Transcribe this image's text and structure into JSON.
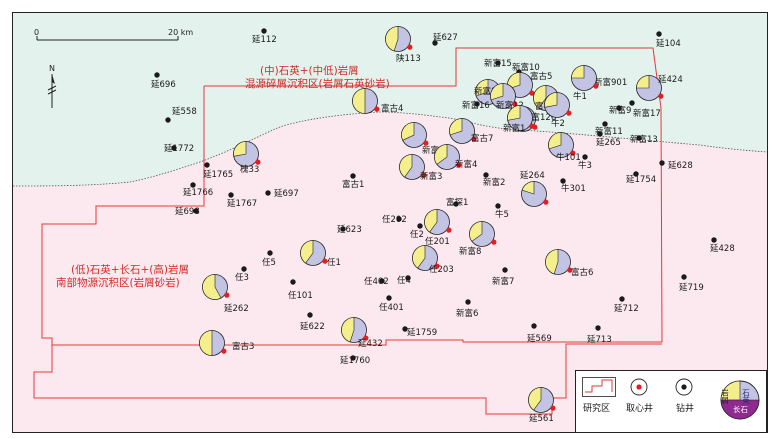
{
  "scale": {
    "start": "0",
    "end": "20 km"
  },
  "north": "N",
  "zones": [
    {
      "line1": "(中)石英+(中低)岩屑",
      "line2": "混源碎屑沉积区(岩屑石英砂岩)"
    },
    {
      "line1": "(低)石英+长石+(高)岩屑",
      "line2": "南部物源沉积区(岩屑砂岩)"
    }
  ],
  "colors": {
    "north_fill": "#e3f2ec",
    "south_fill": "#fbe9ef",
    "boundary": "#e23a3a",
    "quartz": "#c3c3e3",
    "rock": "#f4ef8c",
    "feldspar": "#8e2a90",
    "core_well": "#e31e24",
    "drill_well": "#1a1a1a"
  },
  "wells": [
    {
      "name": "延112",
      "type": "drill"
    },
    {
      "name": "陕113",
      "type": "core",
      "quartz": 0.55,
      "rock": 0.45
    },
    {
      "name": "延627",
      "type": "drill"
    },
    {
      "name": "延104",
      "type": "drill"
    },
    {
      "name": "延696",
      "type": "drill"
    },
    {
      "name": "延558",
      "type": "drill"
    },
    {
      "name": "延1772",
      "type": "drill"
    },
    {
      "name": "延1765",
      "type": "drill"
    },
    {
      "name": "槐33",
      "type": "core",
      "quartz": 0.72,
      "rock": 0.28
    },
    {
      "name": "延1766",
      "type": "drill"
    },
    {
      "name": "延1767",
      "type": "drill"
    },
    {
      "name": "延697",
      "type": "drill"
    },
    {
      "name": "延698",
      "type": "drill"
    },
    {
      "name": "富古4",
      "type": "core",
      "quartz": 0.5,
      "rock": 0.5
    },
    {
      "name": "富古1",
      "type": "drill"
    },
    {
      "name": "新富15",
      "type": "drill"
    },
    {
      "name": "新富10",
      "type": "drill"
    },
    {
      "name": "新富14",
      "type": "core",
      "quartz": 0.7,
      "rock": 0.3
    },
    {
      "name": "富古5",
      "type": "core",
      "quartz": 0.7,
      "rock": 0.3
    },
    {
      "name": "新富901",
      "type": "drill"
    },
    {
      "name": "牛1",
      "type": "core",
      "quartz": 0.75,
      "rock": 0.25
    },
    {
      "name": "延424",
      "type": "core",
      "quartz": 0.75,
      "rock": 0.25
    },
    {
      "name": "新富16",
      "type": "drill"
    },
    {
      "name": "新富12",
      "type": "core",
      "quartz": 0.7,
      "rock": 0.3
    },
    {
      "name": "富古2",
      "type": "core",
      "quartz": 0.6,
      "rock": 0.4
    },
    {
      "name": "新富9",
      "type": "drill"
    },
    {
      "name": "新富17",
      "type": "drill"
    },
    {
      "name": "新富126",
      "type": "core",
      "quartz": 0.7,
      "rock": 0.3
    },
    {
      "name": "新富1",
      "type": "core",
      "quartz": 0.72,
      "rock": 0.28
    },
    {
      "name": "牛2",
      "type": "core",
      "quartz": 0.72,
      "rock": 0.28
    },
    {
      "name": "新富11",
      "type": "drill"
    },
    {
      "name": "富古7",
      "type": "core",
      "quartz": 0.7,
      "rock": 0.3
    },
    {
      "name": "延265",
      "type": "drill"
    },
    {
      "name": "新富13",
      "type": "drill"
    },
    {
      "name": "新富5",
      "type": "core",
      "quartz": 0.68,
      "rock": 0.32
    },
    {
      "name": "牛101",
      "type": "core",
      "quartz": 0.7,
      "rock": 0.3
    },
    {
      "name": "新富4",
      "type": "core",
      "quartz": 0.65,
      "rock": 0.35
    },
    {
      "name": "新富3",
      "type": "core",
      "quartz": 0.6,
      "rock": 0.4
    },
    {
      "name": "牛3",
      "type": "drill"
    },
    {
      "name": "延628",
      "type": "drill"
    },
    {
      "name": "新富2",
      "type": "drill"
    },
    {
      "name": "延264",
      "type": "core",
      "quartz": 0.8,
      "rock": 0.2
    },
    {
      "name": "延1754",
      "type": "drill"
    },
    {
      "name": "牛301",
      "type": "drill"
    },
    {
      "name": "富探1",
      "type": "drill"
    },
    {
      "name": "牛5",
      "type": "drill"
    },
    {
      "name": "任202",
      "type": "drill"
    },
    {
      "name": "任2",
      "type": "drill"
    },
    {
      "name": "任201",
      "type": "core",
      "quartz": 0.6,
      "rock": 0.4
    },
    {
      "name": "延623",
      "type": "drill"
    },
    {
      "name": "新富8",
      "type": "core",
      "quartz": 0.65,
      "rock": 0.35
    },
    {
      "name": "任1",
      "type": "core",
      "quartz": 0.6,
      "rock": 0.4
    },
    {
      "name": "任203",
      "type": "core",
      "quartz": 0.6,
      "rock": 0.4
    },
    {
      "name": "延428",
      "type": "drill"
    },
    {
      "name": "任5",
      "type": "drill"
    },
    {
      "name": "富古6",
      "type": "core",
      "quartz": 0.55,
      "rock": 0.45
    },
    {
      "name": "任3",
      "type": "drill"
    },
    {
      "name": "任402",
      "type": "drill"
    },
    {
      "name": "任4",
      "type": "drill"
    },
    {
      "name": "新富7",
      "type": "drill"
    },
    {
      "name": "延719",
      "type": "drill"
    },
    {
      "name": "延262",
      "type": "core",
      "quartz": 0.42,
      "rock": 0.58
    },
    {
      "name": "任101",
      "type": "drill"
    },
    {
      "name": "任401",
      "type": "drill"
    },
    {
      "name": "新富6",
      "type": "drill"
    },
    {
      "name": "延712",
      "type": "drill"
    },
    {
      "name": "延622",
      "type": "drill"
    },
    {
      "name": "延432",
      "type": "core",
      "quartz": 0.55,
      "rock": 0.45
    },
    {
      "name": "延1759",
      "type": "drill"
    },
    {
      "name": "延569",
      "type": "drill"
    },
    {
      "name": "延713",
      "type": "drill"
    },
    {
      "name": "富古3",
      "type": "core",
      "quartz": 0.5,
      "rock": 0.5
    },
    {
      "name": "延1760",
      "type": "drill"
    },
    {
      "name": "延561",
      "type": "core",
      "quartz": 0.6,
      "rock": 0.4
    }
  ],
  "legend": {
    "study_area": "研究区",
    "core_well": "取心井",
    "drill_well": "钻井",
    "pie_quartz": "石英",
    "pie_rock": "岩屑",
    "pie_feldspar": "长石"
  }
}
